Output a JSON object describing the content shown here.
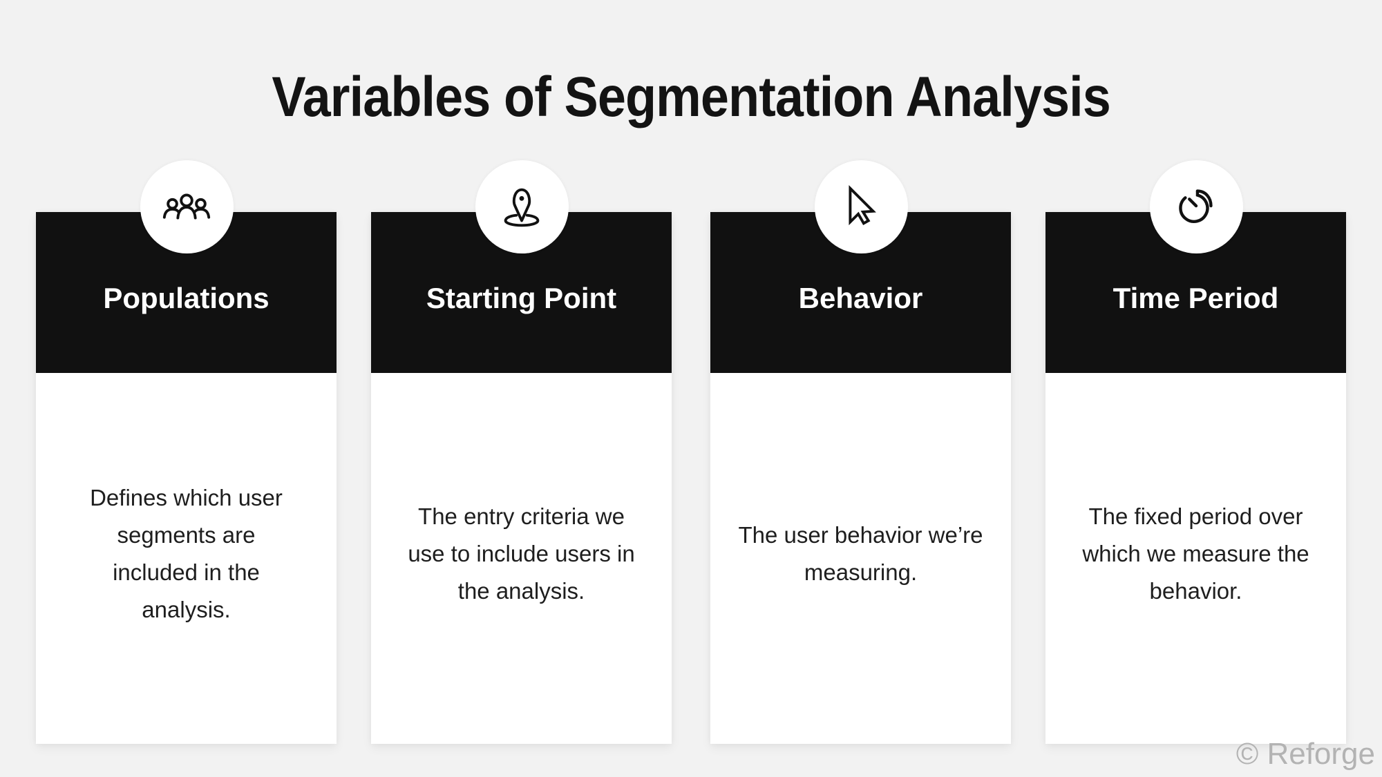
{
  "title": "Variables of Segmentation Analysis",
  "cards": [
    {
      "label": "Populations",
      "icon": "people-group-icon",
      "description": "Defines which user segments are included in the analysis."
    },
    {
      "label": "Starting Point",
      "icon": "location-pin-icon",
      "description": "The entry criteria we use to include users in the analysis."
    },
    {
      "label": "Behavior",
      "icon": "cursor-pointer-icon",
      "description": "The user behavior we’re measuring."
    },
    {
      "label": "Time Period",
      "icon": "timer-icon",
      "description": "The fixed period over which we measure the behavior."
    }
  ],
  "watermark": "© Reforge",
  "colors": {
    "background": "#f2f2f2",
    "header": "#111111",
    "card": "#ffffff",
    "watermark": "#b3b3b3"
  }
}
